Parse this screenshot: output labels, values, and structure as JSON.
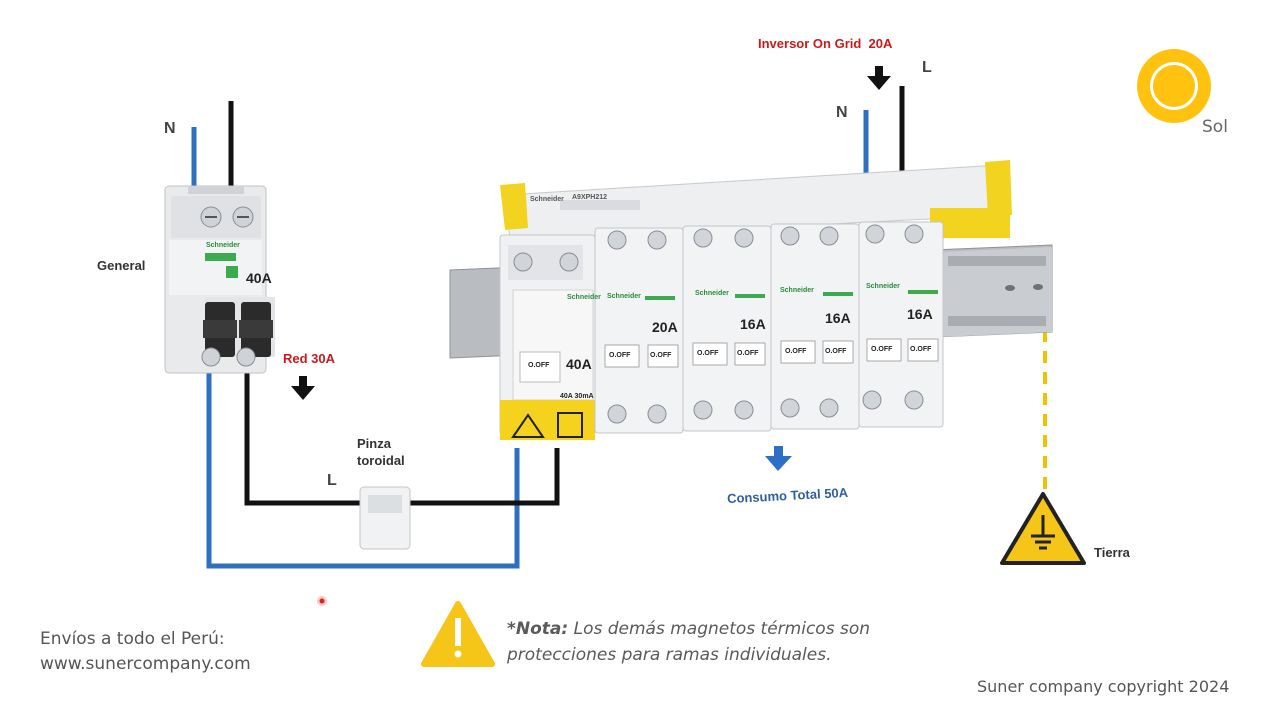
{
  "labels": {
    "inverter": "Inversor On Grid",
    "inverter_amp": "20A",
    "l_top": "L",
    "n_top": "N",
    "sol": "Sol",
    "n_left": "N",
    "general": "General",
    "main_breaker_rating": "40A",
    "red": "Red 30A",
    "pinza_line1": "Pinza",
    "pinza_line2": "toroidal",
    "l_bottom": "L",
    "consumo": "Consumo Total 50A",
    "tierra": "Tierra"
  },
  "panel": {
    "rcd_rating": "40A",
    "rcd_sub": "40A 30mA",
    "mcb_ratings": [
      "20A",
      "16A",
      "16A",
      "16A"
    ],
    "brand": "Schneider",
    "busbar_code": "A9XPH212",
    "off_label": "O.OFF"
  },
  "footer": {
    "contact_line1": "Envíos a todo el Perú:",
    "contact_line2": "www.sunercompany.com",
    "note_bold": "*Nota:",
    "note_line1": "Los demás magnetos térmicos son",
    "note_line2": "protecciones para ramas individuales.",
    "copyright": "Suner company copyright 2024"
  },
  "colors": {
    "neutral_wire": "#2f6fc0",
    "line_wire": "#111111",
    "earth_wire": "#f2c200",
    "sun": "#ffc20e",
    "warning": "#f5c518",
    "label_red": "#cc1a1a",
    "label_blue": "#2f5f9e"
  },
  "icons": [
    "sun-icon",
    "warning-icon",
    "earth-warning-icon",
    "arrow-down-icon"
  ]
}
